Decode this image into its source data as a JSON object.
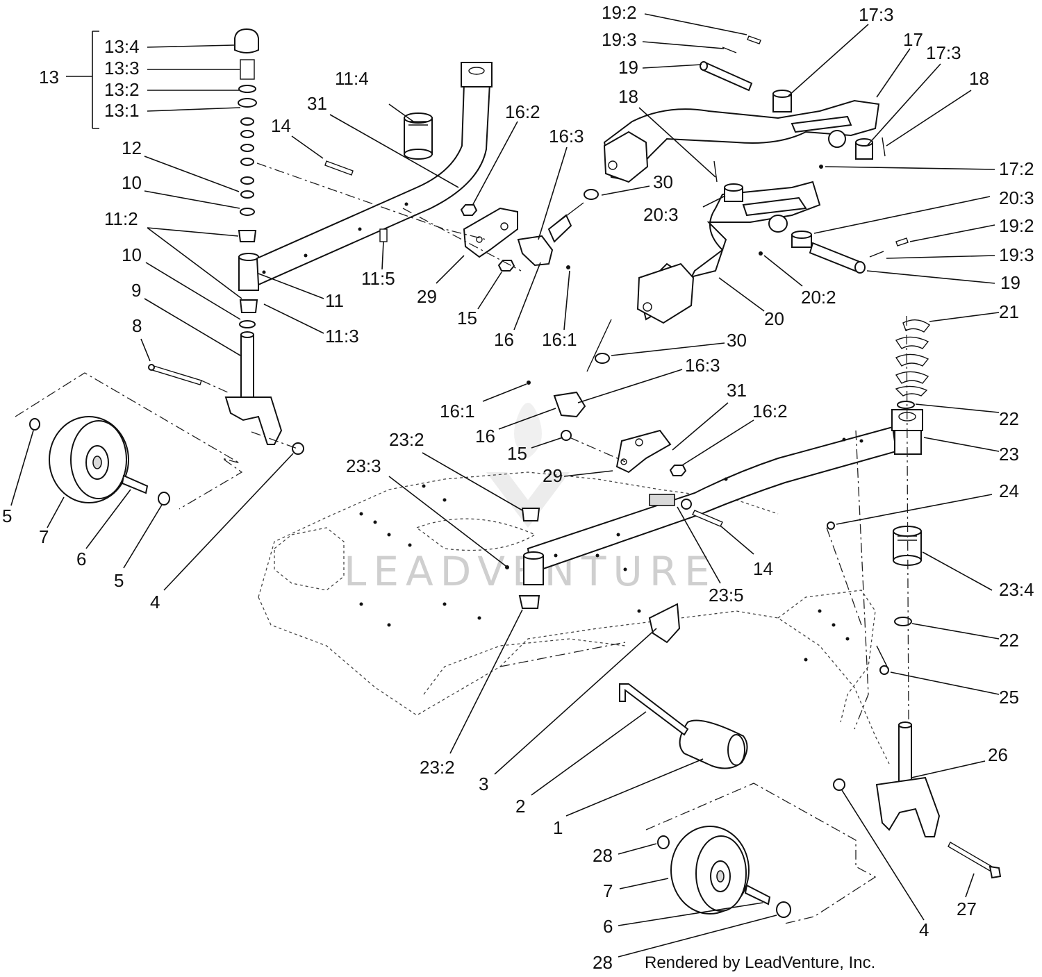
{
  "labels": [
    {
      "text": "13"
    },
    {
      "text": "13:4"
    },
    {
      "text": "13:3"
    },
    {
      "text": "13:2"
    },
    {
      "text": "13:1"
    },
    {
      "text": "12"
    },
    {
      "text": "10"
    },
    {
      "text": "11:2"
    },
    {
      "text": "10"
    },
    {
      "text": "9"
    },
    {
      "text": "8"
    },
    {
      "text": "5"
    },
    {
      "text": "7"
    },
    {
      "text": "6"
    },
    {
      "text": "5"
    },
    {
      "text": "4"
    },
    {
      "text": "14"
    },
    {
      "text": "11:4"
    },
    {
      "text": "31"
    },
    {
      "text": "16:2"
    },
    {
      "text": "16:3"
    },
    {
      "text": "11:5"
    },
    {
      "text": "11"
    },
    {
      "text": "11:3"
    },
    {
      "text": "29"
    },
    {
      "text": "15"
    },
    {
      "text": "16"
    },
    {
      "text": "16:1"
    },
    {
      "text": "19:2"
    },
    {
      "text": "19:3"
    },
    {
      "text": "19"
    },
    {
      "text": "18"
    },
    {
      "text": "17:3"
    },
    {
      "text": "17"
    },
    {
      "text": "17:3"
    },
    {
      "text": "18"
    },
    {
      "text": "17:2"
    },
    {
      "text": "30"
    },
    {
      "text": "20:3"
    },
    {
      "text": "20:3"
    },
    {
      "text": "19:2"
    },
    {
      "text": "19:3"
    },
    {
      "text": "19"
    },
    {
      "text": "20:2"
    },
    {
      "text": "20"
    },
    {
      "text": "21"
    },
    {
      "text": "30"
    },
    {
      "text": "16:3"
    },
    {
      "text": "31"
    },
    {
      "text": "16:1"
    },
    {
      "text": "16:2"
    },
    {
      "text": "16"
    },
    {
      "text": "15"
    },
    {
      "text": "29"
    },
    {
      "text": "23:2"
    },
    {
      "text": "23:3"
    },
    {
      "text": "22"
    },
    {
      "text": "23"
    },
    {
      "text": "24"
    },
    {
      "text": "14"
    },
    {
      "text": "23:5"
    },
    {
      "text": "23:4"
    },
    {
      "text": "22"
    },
    {
      "text": "25"
    },
    {
      "text": "23:2"
    },
    {
      "text": "3"
    },
    {
      "text": "2"
    },
    {
      "text": "1"
    },
    {
      "text": "26"
    },
    {
      "text": "28"
    },
    {
      "text": "7"
    },
    {
      "text": "4"
    },
    {
      "text": "27"
    },
    {
      "text": "6"
    },
    {
      "text": "28"
    }
  ],
  "caption": "Rendered by LeadVenture, Inc.",
  "watermark": "LEADVENTURE"
}
